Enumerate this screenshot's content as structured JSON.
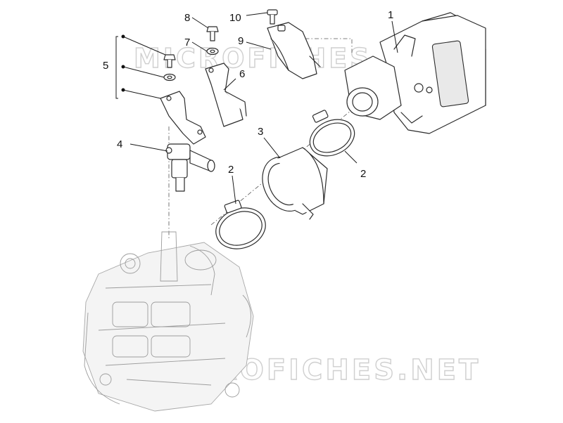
{
  "callouts": {
    "c1": "1",
    "c2a": "2",
    "c2b": "2",
    "c3": "3",
    "c4": "4",
    "c5": "5",
    "c6": "6",
    "c7": "7",
    "c8": "8",
    "c9": "9",
    "c10": "10"
  },
  "watermark": {
    "top": "MICROFICHES.NET",
    "bottom": "MICROFICHES.NET"
  },
  "icons": [
    "throttle-body-icon",
    "hose-clamp-icon",
    "intake-manifold-icon",
    "fuel-injector-icon",
    "bracket-icon",
    "screw-icon",
    "washer-icon",
    "cylinder-head-icon"
  ]
}
